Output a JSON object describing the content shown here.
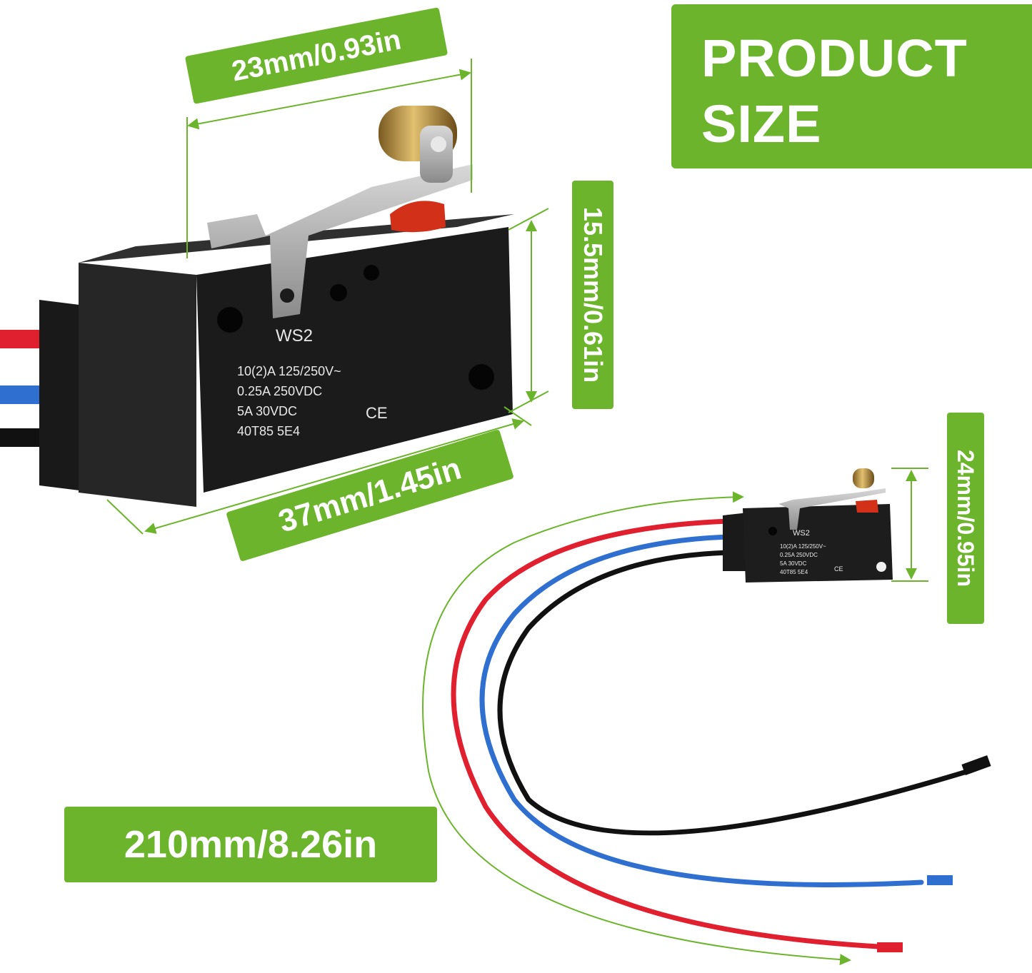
{
  "title": {
    "line1": "PRODUCT",
    "line2": "SIZE"
  },
  "dimensions": {
    "width": "23mm/0.93in",
    "height": "15.5mm/0.61in",
    "length": "37mm/1.45in",
    "total_height": "24mm/0.95in",
    "wire_length": "210mm/8.26in"
  },
  "switch_marking": {
    "model": "WS2",
    "line1": "10(2)A  125/250V~",
    "line2": "0.25A  250VDC",
    "line3": "5A  30VDC",
    "line4": "40T85  5E4",
    "cert": "CE"
  },
  "small_switch_marking": {
    "model": "WS2",
    "line1": "10(2)A 125/250V~",
    "line2": "0.25A 250VDC",
    "line3": "5A 30VDC",
    "line4": "40T85 5E4",
    "cert": "CE"
  },
  "colors": {
    "accent_green": "#6cb42c",
    "switch_body": "#1c1c1c",
    "wire_red": "#e0202e",
    "wire_blue": "#2f6fd0",
    "wire_black": "#111111"
  }
}
